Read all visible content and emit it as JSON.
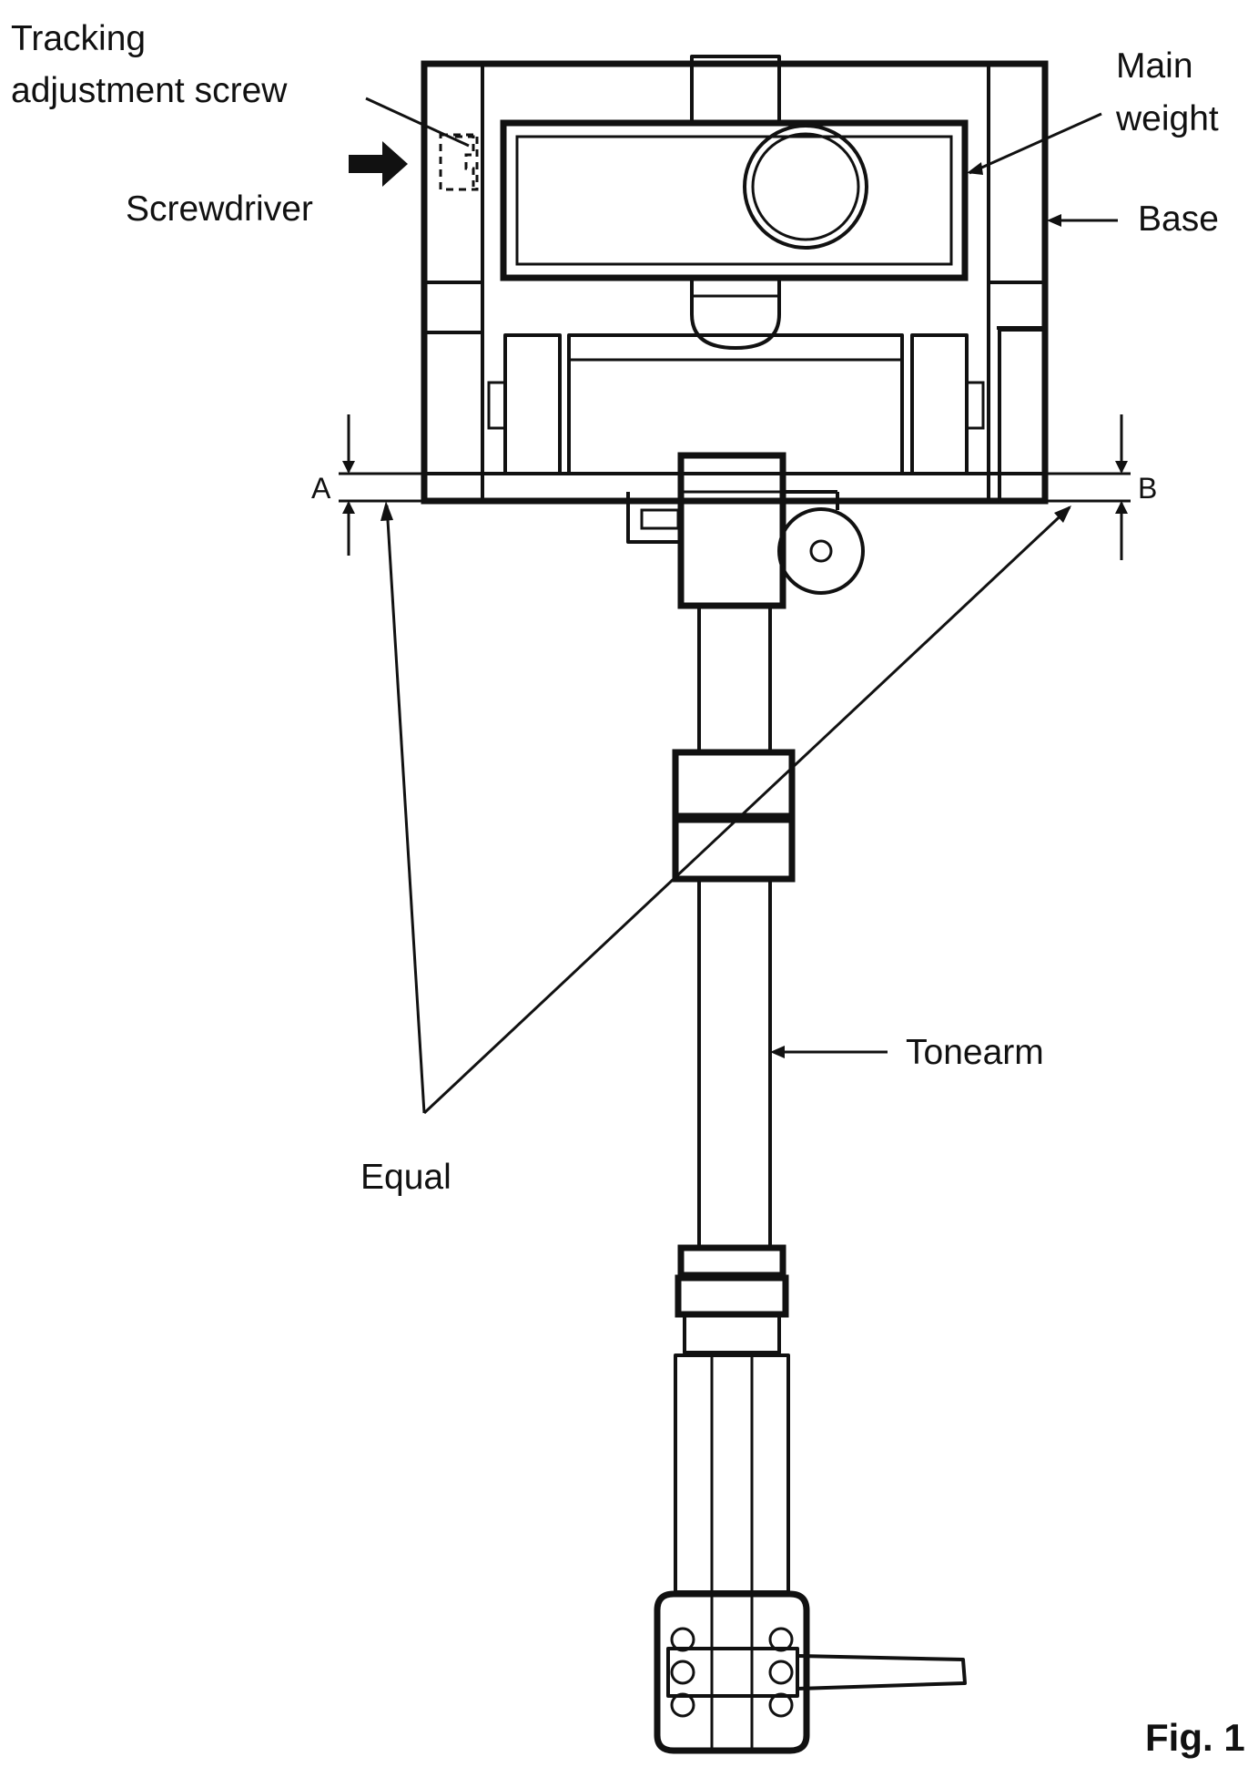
{
  "labels": {
    "tracking_line1": "Tracking",
    "tracking_line2": "adjustment screw",
    "screwdriver": "Screwdriver",
    "main_weight_line1": "Main",
    "main_weight_line2": "weight",
    "base": "Base",
    "dim_a": "A",
    "dim_b": "B",
    "tonearm": "Tonearm",
    "equal": "Equal",
    "fig": "Fig. 1"
  }
}
